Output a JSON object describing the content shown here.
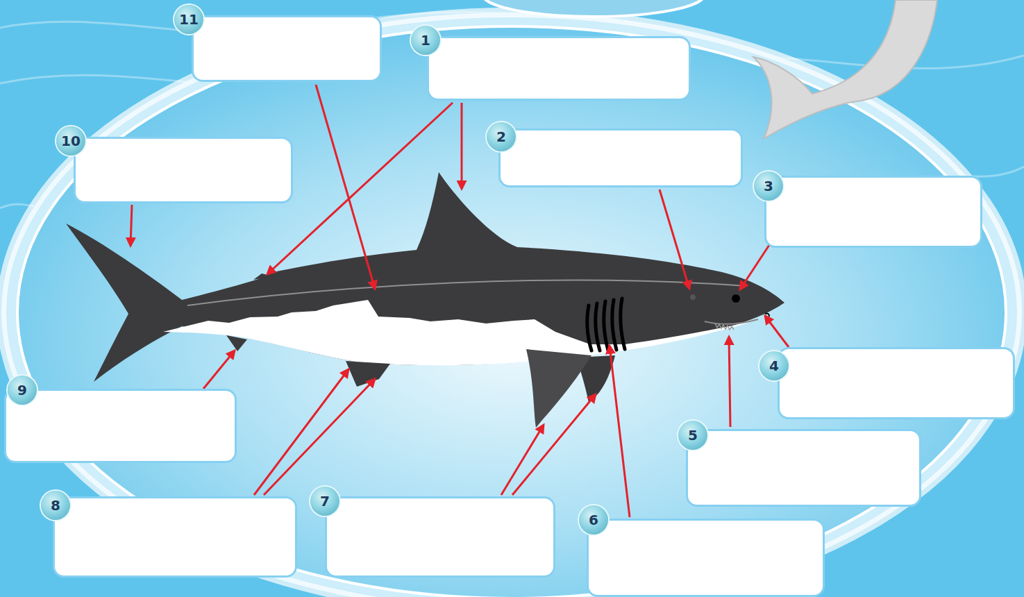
{
  "diagram": {
    "nodes": [
      {
        "text": [
          "11"
        ]
      },
      {
        "text": [
          "1"
        ]
      },
      {
        "text": [
          "2"
        ]
      },
      {
        "text": [
          "10"
        ]
      },
      {
        "text": [
          "3"
        ]
      },
      {
        "text": [
          "4"
        ]
      },
      {
        "text": [
          "9"
        ]
      },
      {
        "text": [
          "5"
        ]
      },
      {
        "text": [
          "8"
        ]
      },
      {
        "text": [
          "7"
        ]
      },
      {
        "text": [
          "6"
        ]
      }
    ]
  }
}
